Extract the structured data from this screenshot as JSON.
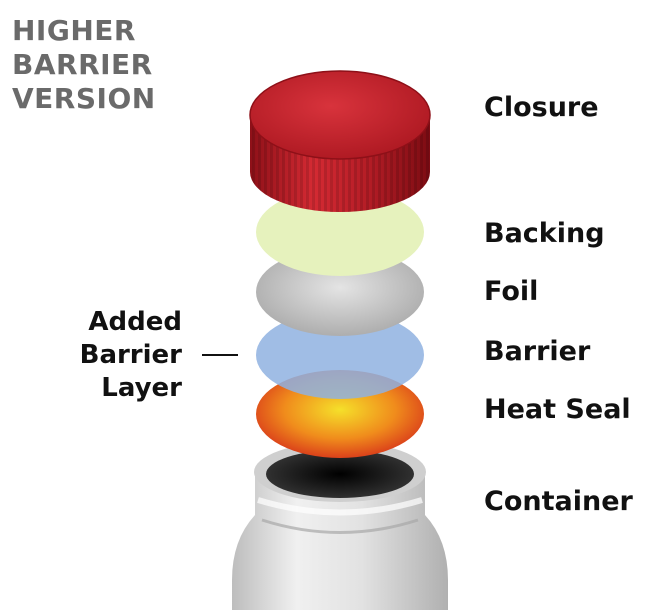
{
  "title": {
    "lines": [
      "HIGHER",
      "BARRIER",
      "VERSION"
    ]
  },
  "layers": [
    {
      "id": "closure",
      "label": "Closure",
      "color": "#c4202b"
    },
    {
      "id": "backing",
      "label": "Backing",
      "color": "#e6f2bd"
    },
    {
      "id": "foil",
      "label": "Foil",
      "color": "#c8c8c8"
    },
    {
      "id": "barrier",
      "label": "Barrier",
      "color": "#8fb1e0"
    },
    {
      "id": "heat-seal",
      "label": "Heat Seal",
      "color": "#f28a1e"
    },
    {
      "id": "container",
      "label": "Container",
      "color": "#d8d8d8"
    }
  ],
  "callout": {
    "lines": [
      "Added",
      "Barrier",
      "Layer"
    ]
  }
}
